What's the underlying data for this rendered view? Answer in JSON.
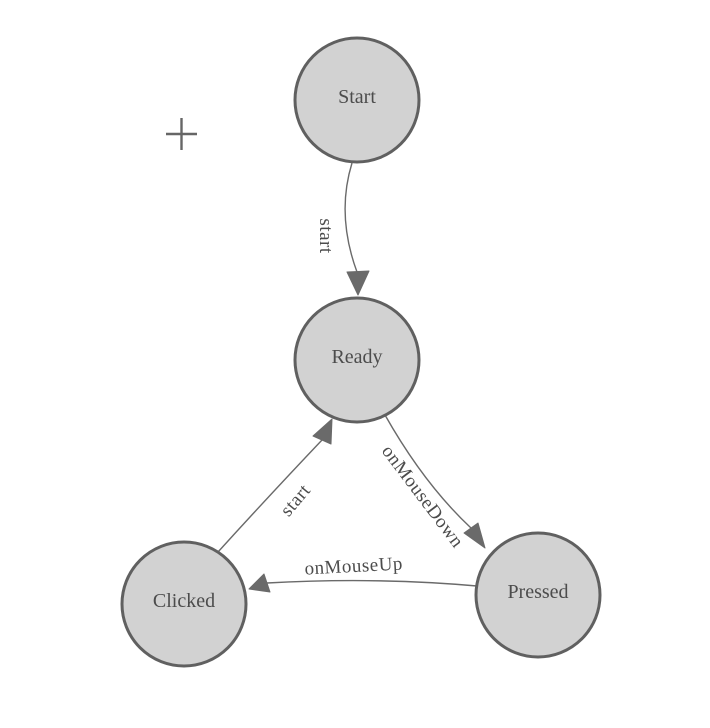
{
  "diagram": {
    "type": "state-machine",
    "nodes": [
      {
        "id": "start",
        "label": "Start"
      },
      {
        "id": "ready",
        "label": "Ready"
      },
      {
        "id": "clicked",
        "label": "Clicked"
      },
      {
        "id": "pressed",
        "label": "Pressed"
      }
    ],
    "edges": [
      {
        "from": "Start",
        "to": "Ready",
        "label": "start"
      },
      {
        "from": "Ready",
        "to": "Pressed",
        "label": "onMouseDown"
      },
      {
        "from": "Pressed",
        "to": "Clicked",
        "label": "onMouseUp"
      },
      {
        "from": "Clicked",
        "to": "Ready",
        "label": "start"
      }
    ],
    "icons": [
      "plus-icon"
    ],
    "colors": {
      "background": "#ffffff",
      "node_fill": "#d2d2d2",
      "node_border": "#606060",
      "edge_line": "#6a6a6a",
      "arrow_fill": "#6a6a6a",
      "label_text": "#4c4c4c",
      "plus_icon": "#666666"
    }
  }
}
